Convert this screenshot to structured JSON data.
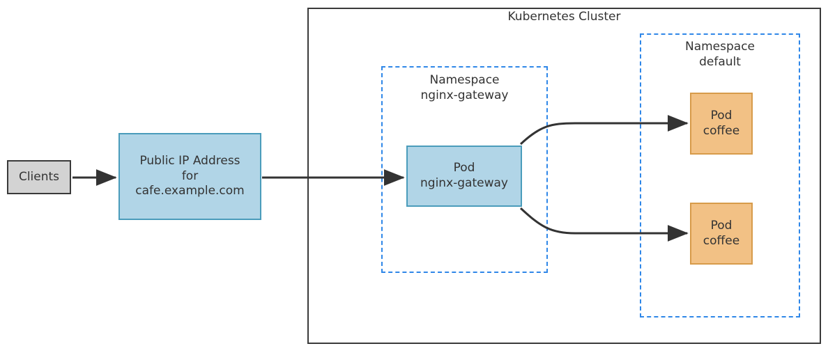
{
  "diagram": {
    "title": "Kubernetes Cluster",
    "colors": {
      "cluster_border": "#3a3a3a",
      "namespace_border": "#2f87e8",
      "blue_fill": "#b1d5e7",
      "blue_border": "#4a9cbb",
      "orange_fill": "#f2c185",
      "orange_border": "#d79b4a",
      "grey_fill": "#d3d3d3",
      "grey_border": "#3a3a3a",
      "edge": "#333333",
      "text": "#333333"
    },
    "external": {
      "clients_label": "Clients",
      "public_ip_label": "Public IP Address\nfor\ncafe.example.com"
    },
    "namespaces": [
      {
        "id": "nginx-gateway",
        "label": "Namespace\nnginx-gateway",
        "pods": [
          {
            "id": "pod-nginx-gateway",
            "label": "Pod\nnginx-gateway"
          }
        ]
      },
      {
        "id": "default",
        "label": "Namespace\ndefault",
        "pods": [
          {
            "id": "pod-coffee-1",
            "label": "Pod\ncoffee"
          },
          {
            "id": "pod-coffee-2",
            "label": "Pod\ncoffee"
          }
        ]
      }
    ],
    "edges": [
      {
        "from": "clients",
        "to": "public-ip"
      },
      {
        "from": "public-ip",
        "to": "pod-nginx-gateway"
      },
      {
        "from": "pod-nginx-gateway",
        "to": "pod-coffee-1"
      },
      {
        "from": "pod-nginx-gateway",
        "to": "pod-coffee-2"
      }
    ]
  }
}
